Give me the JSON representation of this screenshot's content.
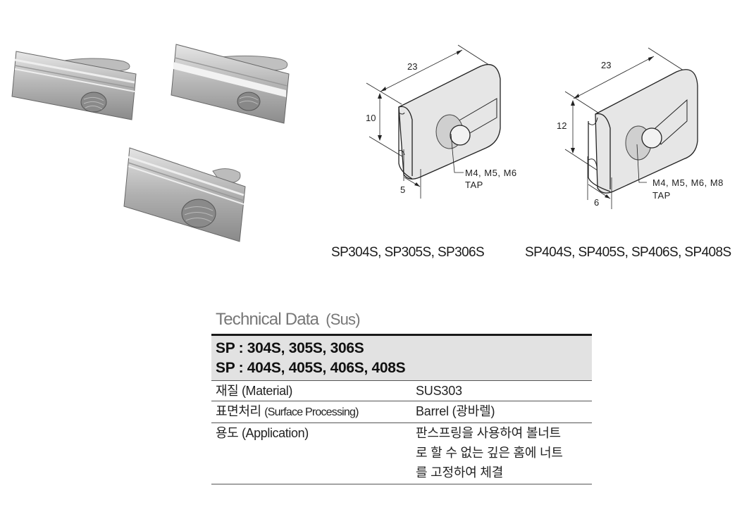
{
  "photos": [
    {
      "name": "tnut-photo-1",
      "alt": "Spring T-nut photo (SP304S type)"
    },
    {
      "name": "tnut-photo-2",
      "alt": "Spring T-nut photo (grooved)"
    },
    {
      "name": "tnut-photo-3",
      "alt": "Spring T-nut photo (SP404S type)"
    }
  ],
  "drawings": [
    {
      "length": "23",
      "height": "10",
      "width": "5",
      "tap_sizes": "M4,  M5,  M6",
      "tap_label": "TAP",
      "caption": "SP304S, SP305S, SP306S"
    },
    {
      "length": "23",
      "height": "12",
      "width": "6",
      "tap_sizes": "M4,  M5,  M6,  M8",
      "tap_label": "TAP",
      "caption": "SP404S, SP405S, SP406S, SP408S"
    }
  ],
  "technical_data": {
    "title": "Technical Data",
    "subtitle": "(Sus)",
    "header_lines": [
      "SP : 304S, 305S, 306S",
      "SP : 404S, 405S, 406S, 408S"
    ],
    "rows": [
      {
        "key_ko": "재질",
        "key_en": "(Material)",
        "value": [
          "SUS303"
        ]
      },
      {
        "key_ko": "표면처리",
        "key_en": "(Surface Processing)",
        "value": [
          "Barrel (광바렐)"
        ]
      },
      {
        "key_ko": "용도",
        "key_en": "(Application)",
        "value": [
          "판스프링을 사용하여 볼너트",
          "로 할 수 없는 깊은 홈에 너트",
          "를 고정하여 체결"
        ]
      }
    ]
  },
  "colors": {
    "header_band": "#e2e2e2",
    "title_gray": "#777777",
    "metal_light": "#c9c9c9",
    "drawing_fill": "#e6e6e6"
  }
}
